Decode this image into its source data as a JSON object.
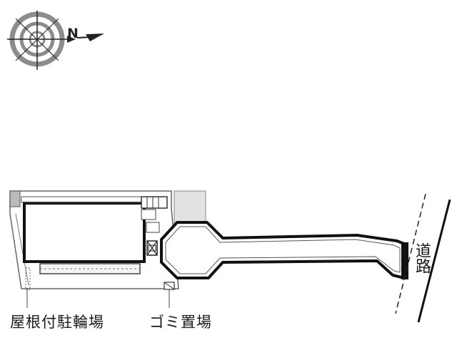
{
  "compass": {
    "north_letter": "N"
  },
  "labels": {
    "bike_parking": "屋根付駐輪場",
    "trash_area": "ゴミ置場",
    "road": "道路"
  },
  "colors": {
    "line": "#111111",
    "light_line": "#888888",
    "gray_fill": "#d9d9d9",
    "compass_gray": "#8c8c8c"
  }
}
